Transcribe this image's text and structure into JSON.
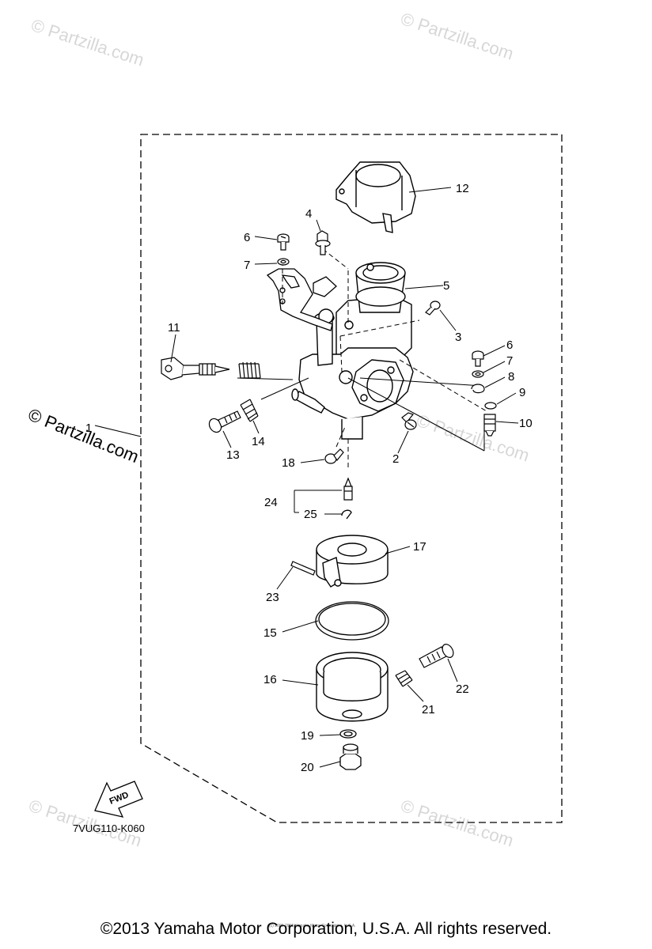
{
  "watermarks": {
    "text": "© Partzilla.com",
    "symbol": "©",
    "brand": "Partzilla.com"
  },
  "diagram_code": "7VUG110-K060",
  "fwd_label": "FWD",
  "small_print": "(c) 2005-2016 Yamaha Motor Corporation, U.S.A.",
  "copyright": "©2013 Yamaha Motor Corporation, U.S.A. All rights reserved.",
  "callouts": {
    "c1": "1",
    "c2": "2",
    "c3": "3",
    "c4": "4",
    "c5": "5",
    "c6a": "6",
    "c6b": "6",
    "c7a": "7",
    "c7b": "7",
    "c8": "8",
    "c9": "9",
    "c10": "10",
    "c11": "11",
    "c12": "12",
    "c13": "13",
    "c14": "14",
    "c15": "15",
    "c16": "16",
    "c17": "17",
    "c18": "18",
    "c19": "19",
    "c20": "20",
    "c21": "21",
    "c22": "22",
    "c23": "23",
    "c24": "24",
    "c25": "25"
  }
}
